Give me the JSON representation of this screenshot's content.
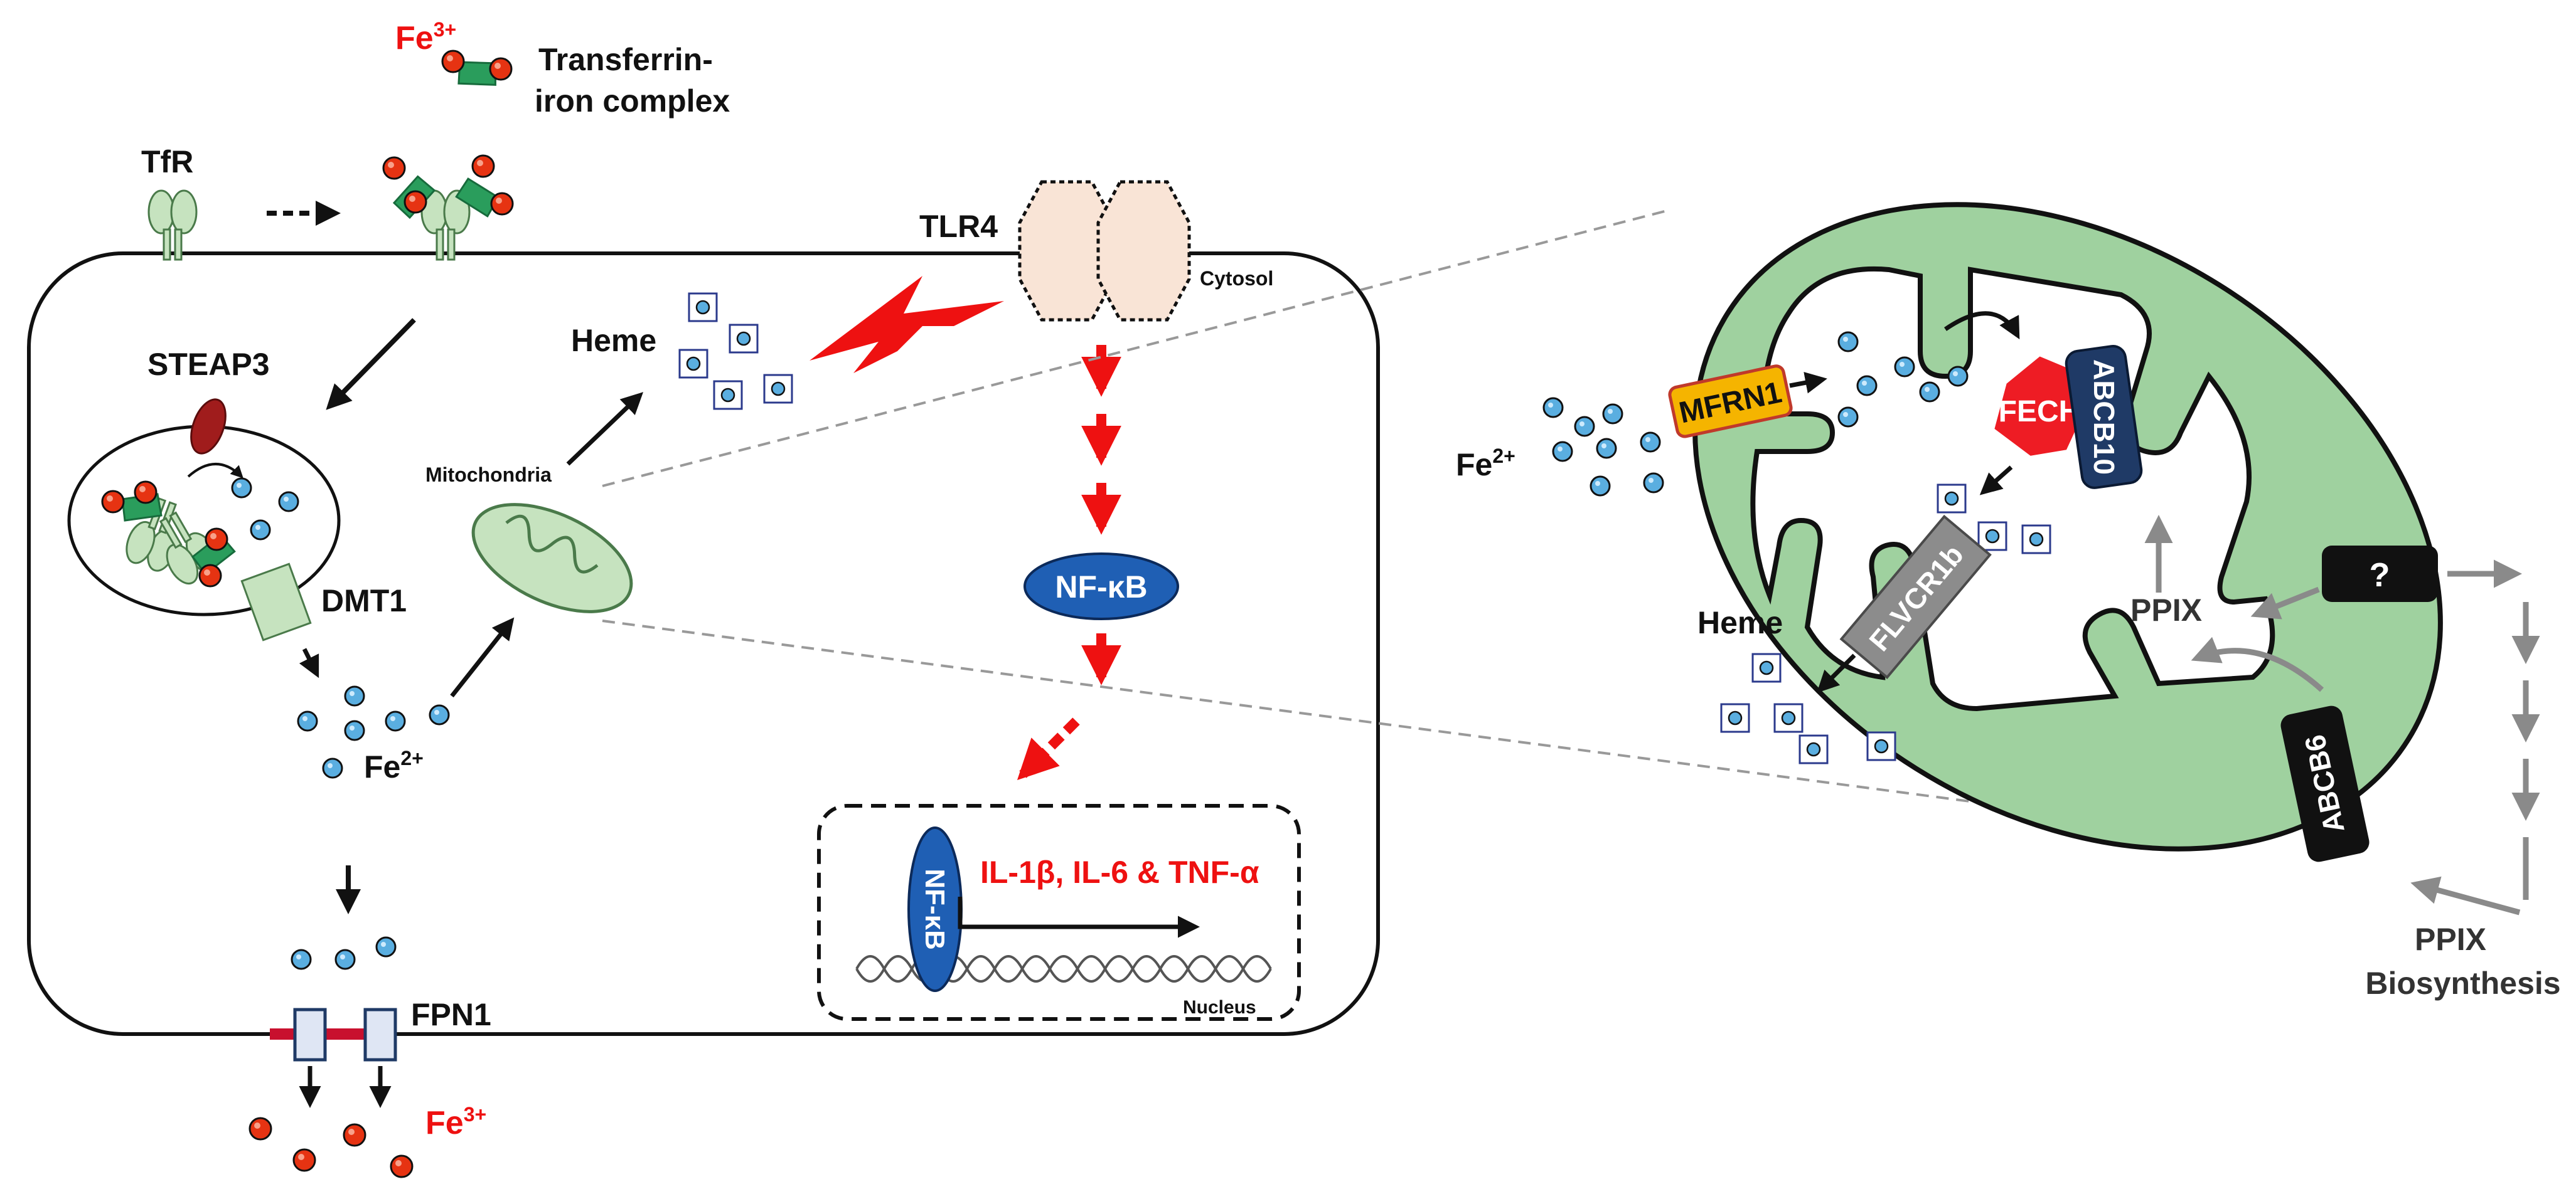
{
  "labels": {
    "fe3_top": "Fe",
    "fe3_top_sup": "3+",
    "transferrin_line1": "Transferrin-",
    "transferrin_line2": "iron complex",
    "tfr": "TfR",
    "tlr4": "TLR4",
    "cytosol": "Cytosol",
    "steap3": "STEAP3",
    "heme_left": "Heme",
    "mitochondria": "Mitochondria",
    "dmt1": "DMT1",
    "fe2_left": "Fe",
    "fe2_left_sup": "2+",
    "nfkb": "NF-κB",
    "cytokines": "IL-1β, IL-6 & TNF-α",
    "nfkb_vertical": "NF-κB",
    "nucleus": "Nucleus",
    "fpn1": "FPN1",
    "fe3_bottom": "Fe",
    "fe3_bottom_sup": "3+",
    "fe2_right": "Fe",
    "fe2_right_sup": "2+",
    "mfrn1": "MFRN1",
    "fech": "FECH",
    "abcb10": "ABCB10",
    "flvcr1b": "FLVCR1b",
    "heme_right": "Heme",
    "ppix": "PPIX",
    "unknown": "?",
    "abcb6": "ABCB6",
    "ppix_bio_line1": "PPIX",
    "ppix_bio_line2": "Biosynthesis"
  },
  "colors": {
    "iron_red": "#e63312",
    "iron_blue": "#5aaee0",
    "receptor_green": "#c6e3bf",
    "transferrin_green": "#2a9d5c",
    "mito_green": "#9fd19f",
    "tlr4_fill": "#f9e4d6",
    "steap3": "#a01c1c",
    "nfkb_blue": "#1f5fb4",
    "mfrn1_orange": "#f5b400",
    "fech_red": "#ee1c24",
    "abcb10_navy": "#1f3a66",
    "flvcr_gray": "#8c8c8c",
    "signal_red": "#ee1111",
    "heme_box": "#2b3a8c"
  }
}
